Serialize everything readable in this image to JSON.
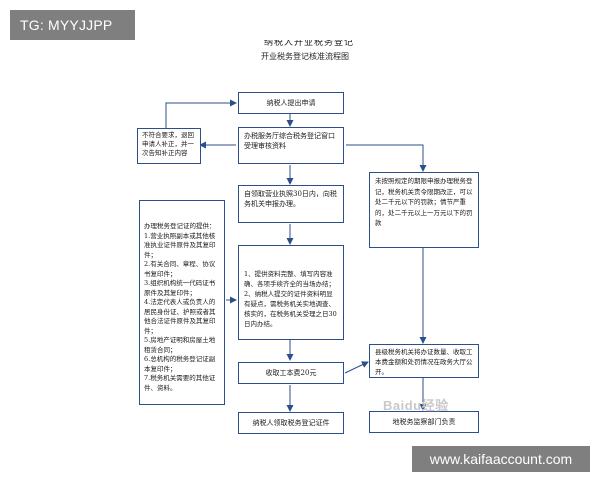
{
  "watermark_tag": "TG: MYYJJPP",
  "watermark_site": "www.kaifaaccount.com",
  "baidu_watermark": "Baidu经验",
  "diagram": {
    "title_top": "纳税人开业税务登记",
    "title": "开业税务登记核准流程图",
    "nodes": {
      "apply": "纳税人提出申请",
      "reception": "办税服务厅综合税务登记窗口受理审核资料",
      "reject": "不符合要求，退回申请人补正，并一次告知补正内容",
      "deadline": "自领取营业执照30日内，向税务机关申报办理。",
      "overdue": "未按照规定的期限申报办理税务登记，税务机关责令限期改正，可以处二千元以下的罚款；情节严重的，处二千元以上一万元以下的罚款",
      "materials": "办理税务登记证的提供：\n1.营业执照副本或其他核准执业证件原件及其复印件；\n2.有关合同、章程、协议书复印件；\n3.组织机构统一代码证书原件及其复印件；\n4.法定代表人或负责人的居民身份证、护照或者其他合法证件原件及其复印件；\n5.房地产证明和房屋土地租赁合同；\n6.总机构的税务登记证副本复印件；\n7.税务机关需要的其他证件、资料。",
      "review": "1、提供资料完整、填写内容准确、各项手续齐全的当场办结；\n2、纳税人提交的证件资料明显有疑点，需税务机关实地调查、核实的，在税务机关受理之日30日内办结。",
      "fee": "收取工本费20元",
      "publicize": "县级税务机关将办证数量、收取工本费金额和处罚情况在政务大厅公开。",
      "collect": "纳税人领取税务登记证件",
      "supervise": "地税务监察部门负责"
    }
  }
}
